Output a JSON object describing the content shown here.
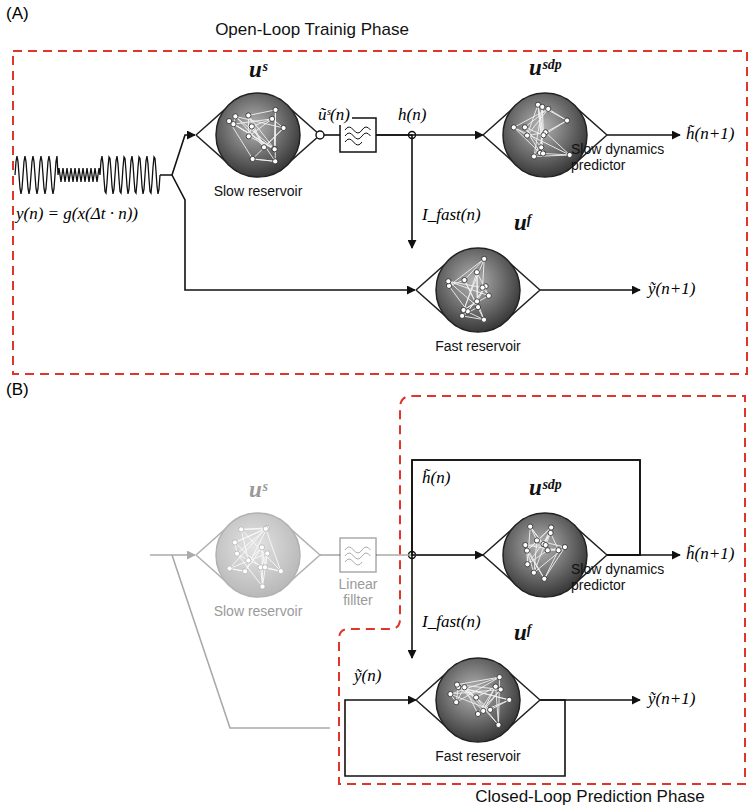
{
  "diagram": {
    "nodes": [
      {
        "text": [
          "Open-Loop Trainig Phase"
        ]
      },
      {
        "text": [
          "uˢ",
          "Slow reservoir"
        ],
        "in": 0
      },
      {
        "text": [],
        "in": 0
      },
      {
        "text": [
          "uˢᵈᵖ",
          "Slow dynamics predictor"
        ],
        "in": 0
      },
      {
        "text": [
          "uᶠ",
          "Fast reservoir"
        ],
        "in": 0
      },
      {
        "text": [
          "Closed-Loop Prediction Phase"
        ]
      },
      {
        "text": [
          "uˢ",
          "Slow reservoir"
        ]
      },
      {
        "text": [
          "Linear fillter"
        ]
      },
      {
        "text": [
          "uˢᵈᵖ",
          "Slow dynamics predictor"
        ],
        "in": 5
      },
      {
        "text": [
          "uᶠ",
          "Fast reservoir"
        ],
        "in": 5
      }
    ],
    "edges": [
      {
        "from": 1,
        "to": 2,
        "arrow": "none",
        "label": "ũˢ(n)"
      },
      {
        "from": 2,
        "to": 3,
        "arrow": "to",
        "label": "h(n)"
      },
      {
        "from": 2,
        "to": 4,
        "arrow": "to",
        "label": "I_fast(n)"
      },
      {
        "from": 6,
        "to": 7,
        "arrow": "none"
      },
      {
        "from": 7,
        "to": 8,
        "arrow": "none"
      },
      {
        "from": 8,
        "to": 8,
        "arrow": "to",
        "label": "h̃(n)"
      },
      {
        "from": 8,
        "to": 9,
        "arrow": "to",
        "label": "I_fast(n)"
      },
      {
        "from": 9,
        "to": 9,
        "arrow": "to",
        "label": "ỹ(n)"
      }
    ],
    "labels": [
      "(A)",
      "y(n) = g(x(Δt · n))",
      "h̃(n+1)",
      "ỹ(n+1)",
      "(B)",
      "h̃(n+1)",
      "ỹ(n+1)"
    ]
  }
}
